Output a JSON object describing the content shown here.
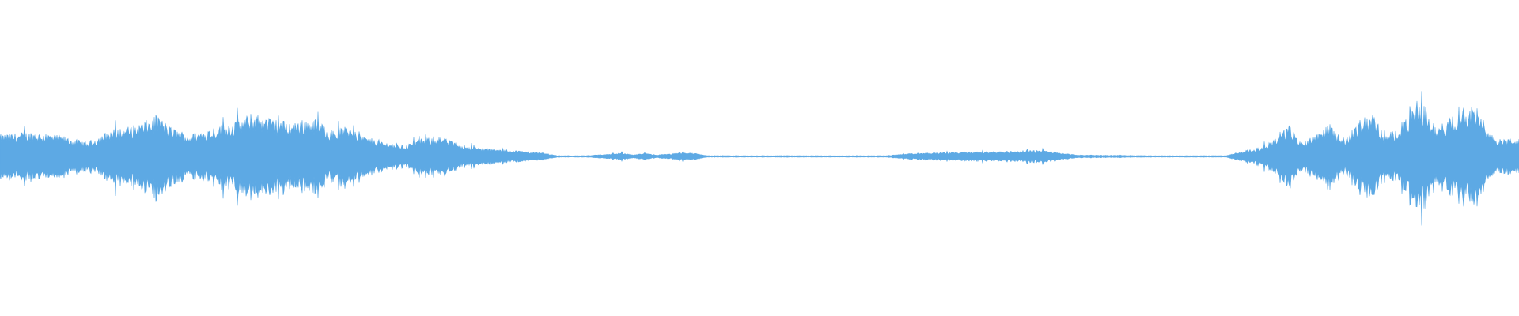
{
  "waveform": {
    "color": "#5da9e4",
    "background": "#ffffff",
    "segments": [
      {
        "start": 0.0,
        "end": 0.36,
        "level": "loud"
      },
      {
        "start": 0.36,
        "end": 0.465,
        "level": "quiet"
      },
      {
        "start": 0.465,
        "end": 0.585,
        "level": "silence"
      },
      {
        "start": 0.585,
        "end": 0.705,
        "level": "quiet"
      },
      {
        "start": 0.705,
        "end": 0.805,
        "level": "silence"
      },
      {
        "start": 0.805,
        "end": 1.0,
        "level": "loud"
      }
    ]
  }
}
